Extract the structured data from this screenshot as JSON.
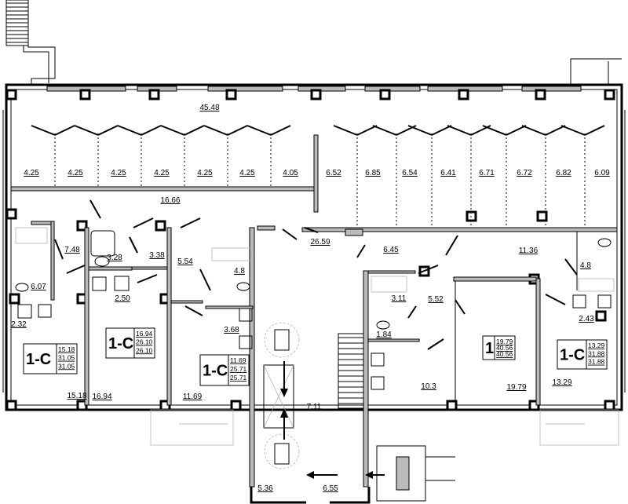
{
  "plan": {
    "top_area": "45.48",
    "storage": [
      "4.25",
      "4.25",
      "4.25",
      "4.25",
      "4.25",
      "4.25",
      "4.05",
      "6.52",
      "6.85",
      "6.54",
      "6.41",
      "6.71",
      "6.72",
      "6.82",
      "6.09"
    ],
    "corridor": "16.66",
    "rooms": {
      "r748": "7.48",
      "r328": "3.28",
      "r338": "3.38",
      "r554": "5.54",
      "r48a": "4.8",
      "r2659": "26.59",
      "r645": "6.45",
      "r1136": "11.36",
      "r48b": "4.8",
      "r607": "6.07",
      "r250": "2.50",
      "r311": "3.11",
      "r552": "5.52",
      "r184": "1.84",
      "r368": "3.68",
      "r232": "2.32",
      "r243": "2.43",
      "r103": "10.3",
      "r1979": "19.79",
      "r1329": "13.29",
      "r1518": "15.18",
      "r1694": "16.94",
      "r1169": "11.69",
      "r711": "7.11",
      "r536": "5.36",
      "r655": "6.55"
    },
    "apartments": [
      {
        "type": "1-C",
        "living": "15.18",
        "total": "31.05",
        "total2": "31.05"
      },
      {
        "type": "1-C",
        "living": "16.94",
        "total": "26.10",
        "total2": "26.10"
      },
      {
        "type": "1-C",
        "living": "11.69",
        "total": "25.71",
        "total2": "25.71"
      },
      {
        "type": "1",
        "living": "19.79",
        "total": "40.56",
        "total2": "40.56"
      },
      {
        "type": "1-C",
        "living": "13.29",
        "total": "31.88",
        "total2": "31.88"
      }
    ]
  }
}
